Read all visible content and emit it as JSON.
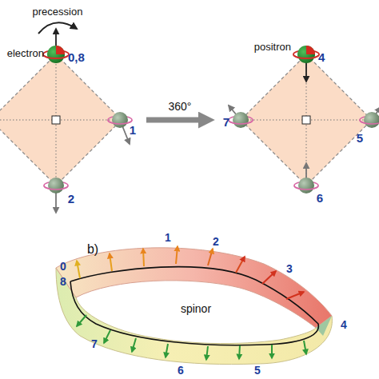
{
  "diagram": {
    "labels": [
      "precession",
      "electron",
      "0,8",
      "1",
      "2",
      "360°",
      "positron",
      "4",
      "7",
      "5",
      "6",
      "b)",
      "0",
      "8",
      "1",
      "2",
      "3",
      "spinor",
      "5",
      "6",
      "7",
      "4"
    ]
  }
}
